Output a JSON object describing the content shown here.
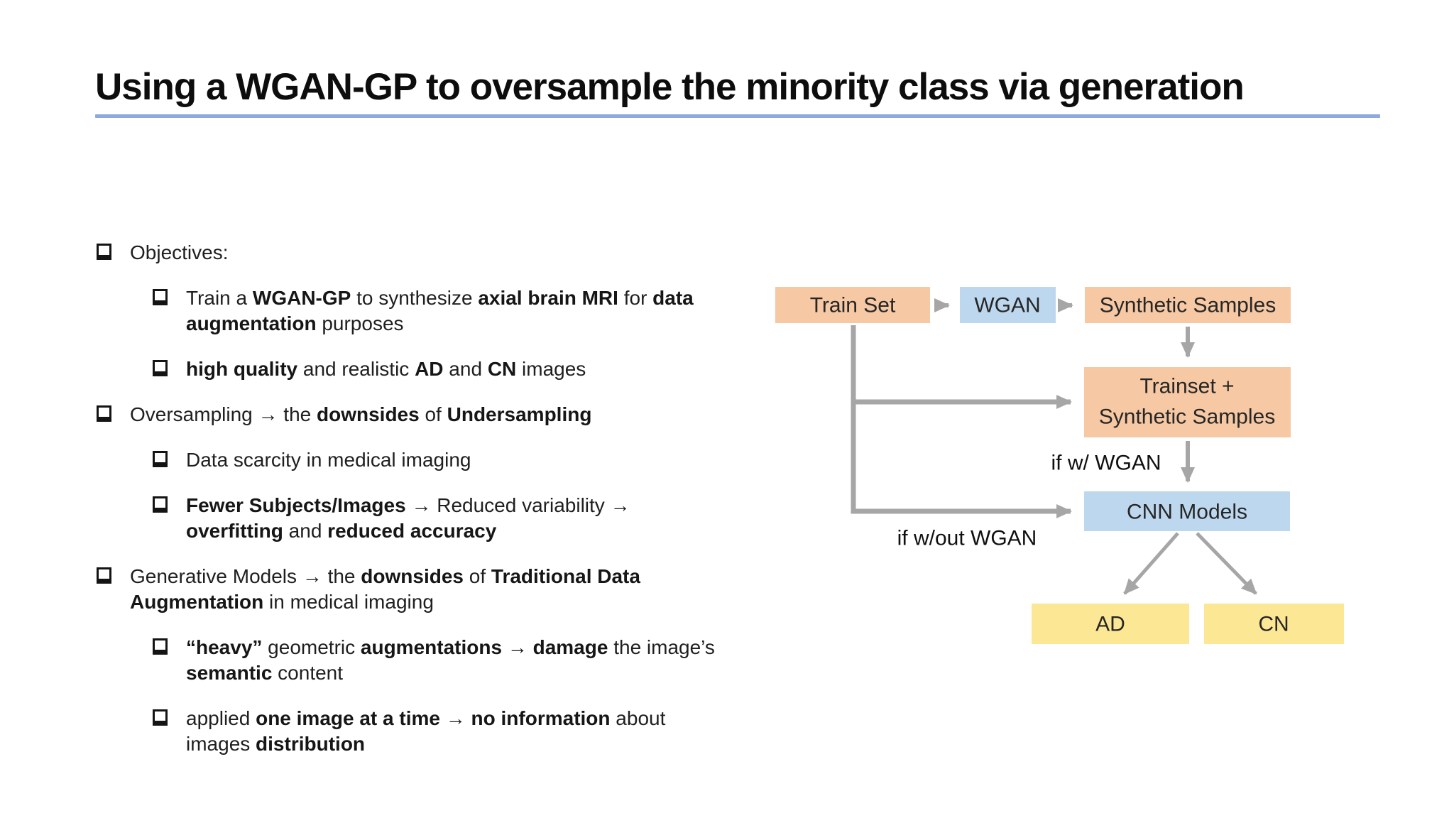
{
  "slide": {
    "title": "Using a WGAN-GP to oversample the minority class via generation",
    "underline_color": "#8EA9DB",
    "background_color": "#FFFFFF",
    "text_color": "#1F1F1F"
  },
  "bullets": [
    {
      "level": 1,
      "segments": [
        {
          "t": "Objectives:"
        }
      ]
    },
    {
      "level": 2,
      "segments": [
        {
          "t": "Train a "
        },
        {
          "t": "WGAN-GP",
          "b": true
        },
        {
          "t": " to synthesize "
        },
        {
          "t": "axial brain MRI",
          "b": true
        },
        {
          "t": " for "
        },
        {
          "t": "data augmentation",
          "b": true
        },
        {
          "t": " purposes"
        }
      ]
    },
    {
      "level": 2,
      "segments": [
        {
          "t": "high quality",
          "b": true
        },
        {
          "t": " and realistic "
        },
        {
          "t": "AD",
          "b": true
        },
        {
          "t": " and "
        },
        {
          "t": "CN",
          "b": true
        },
        {
          "t": " images"
        }
      ]
    },
    {
      "level": 1,
      "segments": [
        {
          "t": "Oversampling → the "
        },
        {
          "t": "downsides",
          "b": true
        },
        {
          "t": " of "
        },
        {
          "t": "Undersampling",
          "b": true
        }
      ]
    },
    {
      "level": 2,
      "segments": [
        {
          "t": "Data scarcity in medical imaging"
        }
      ]
    },
    {
      "level": 2,
      "segments": [
        {
          "t": "Fewer Subjects/Images",
          "b": true
        },
        {
          "t": " → Reduced variability → "
        },
        {
          "t": "overfitting",
          "b": true
        },
        {
          "t": " and "
        },
        {
          "t": "reduced accuracy",
          "b": true
        }
      ]
    },
    {
      "level": 1,
      "segments": [
        {
          "t": "Generative Models → the "
        },
        {
          "t": "downsides",
          "b": true
        },
        {
          "t": " of "
        },
        {
          "t": "Traditional Data Augmentation",
          "b": true
        },
        {
          "t": " in medical imaging"
        }
      ]
    },
    {
      "level": 2,
      "segments": [
        {
          "t": "“heavy”",
          "b": true
        },
        {
          "t": " geometric "
        },
        {
          "t": "augmentations",
          "b": true
        },
        {
          "t": " → "
        },
        {
          "t": "damage",
          "b": true
        },
        {
          "t": " the image’s "
        },
        {
          "t": "semantic",
          "b": true
        },
        {
          "t": " content"
        }
      ]
    },
    {
      "level": 2,
      "segments": [
        {
          "t": "applied "
        },
        {
          "t": "one image at a time",
          "b": true
        },
        {
          "t": " → "
        },
        {
          "t": "no information",
          "b": true
        },
        {
          "t": " about images "
        },
        {
          "t": "distribution",
          "b": true
        }
      ]
    }
  ],
  "diagram": {
    "arrow_color": "#A6A6A6",
    "peach": "#F6C8A4",
    "blue": "#BDD7EE",
    "yellow": "#FCE795",
    "boxes": {
      "train_set": {
        "label": "Train Set"
      },
      "wgan": {
        "label": "WGAN"
      },
      "synthetic_samples": {
        "label": "Synthetic Samples"
      },
      "trainset_synthetic": {
        "line1": "Trainset +",
        "line2": "Synthetic Samples"
      },
      "cnn_models": {
        "label": "CNN Models"
      },
      "ad": {
        "label": "AD"
      },
      "cn": {
        "label": "CN"
      }
    },
    "labels": {
      "if_with": "if w/ WGAN",
      "if_without": "if w/out WGAN"
    }
  }
}
